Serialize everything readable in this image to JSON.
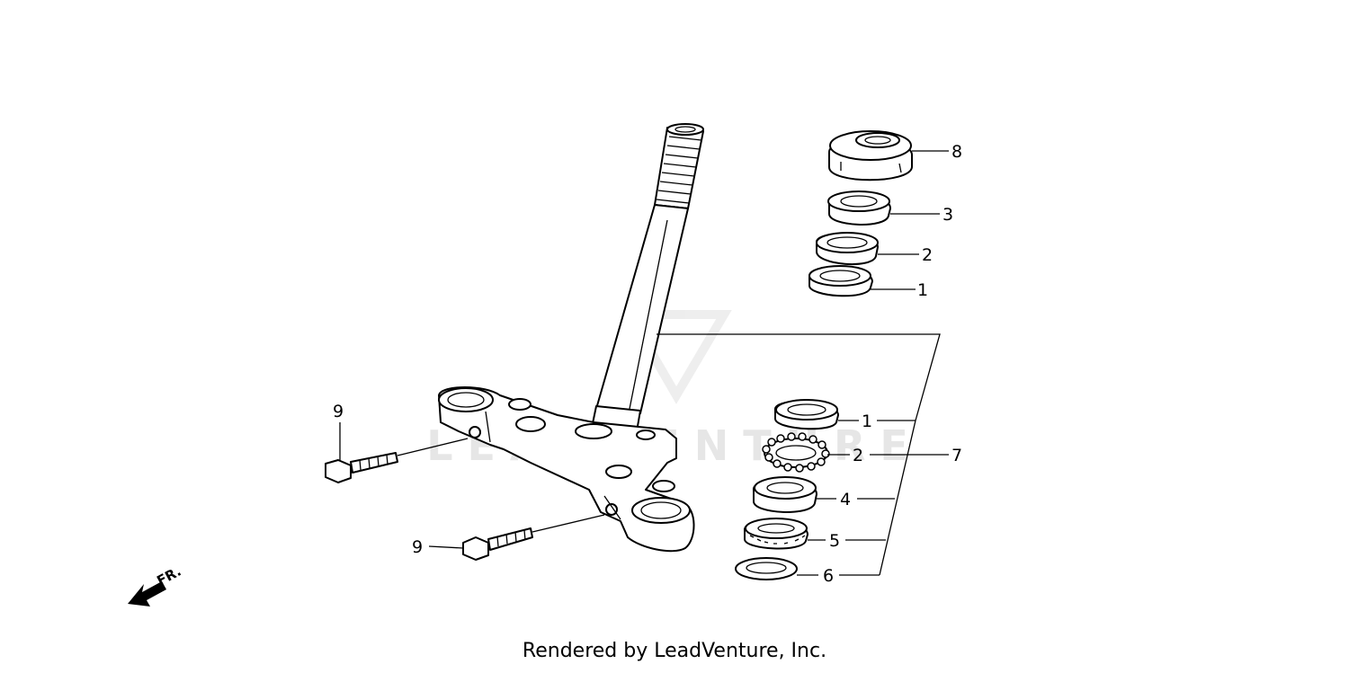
{
  "callouts": {
    "c8": "8",
    "c3": "3",
    "c2_upper": "2",
    "c1_upper": "1",
    "c1_lower": "1",
    "c2_lower": "2",
    "c7": "7",
    "c4": "4",
    "c5": "5",
    "c6": "6",
    "c9_upper": "9",
    "c9_lower": "9"
  },
  "direction_label": "FR.",
  "watermark": "LEADVENTURE",
  "footer": "Rendered by LeadVenture, Inc."
}
